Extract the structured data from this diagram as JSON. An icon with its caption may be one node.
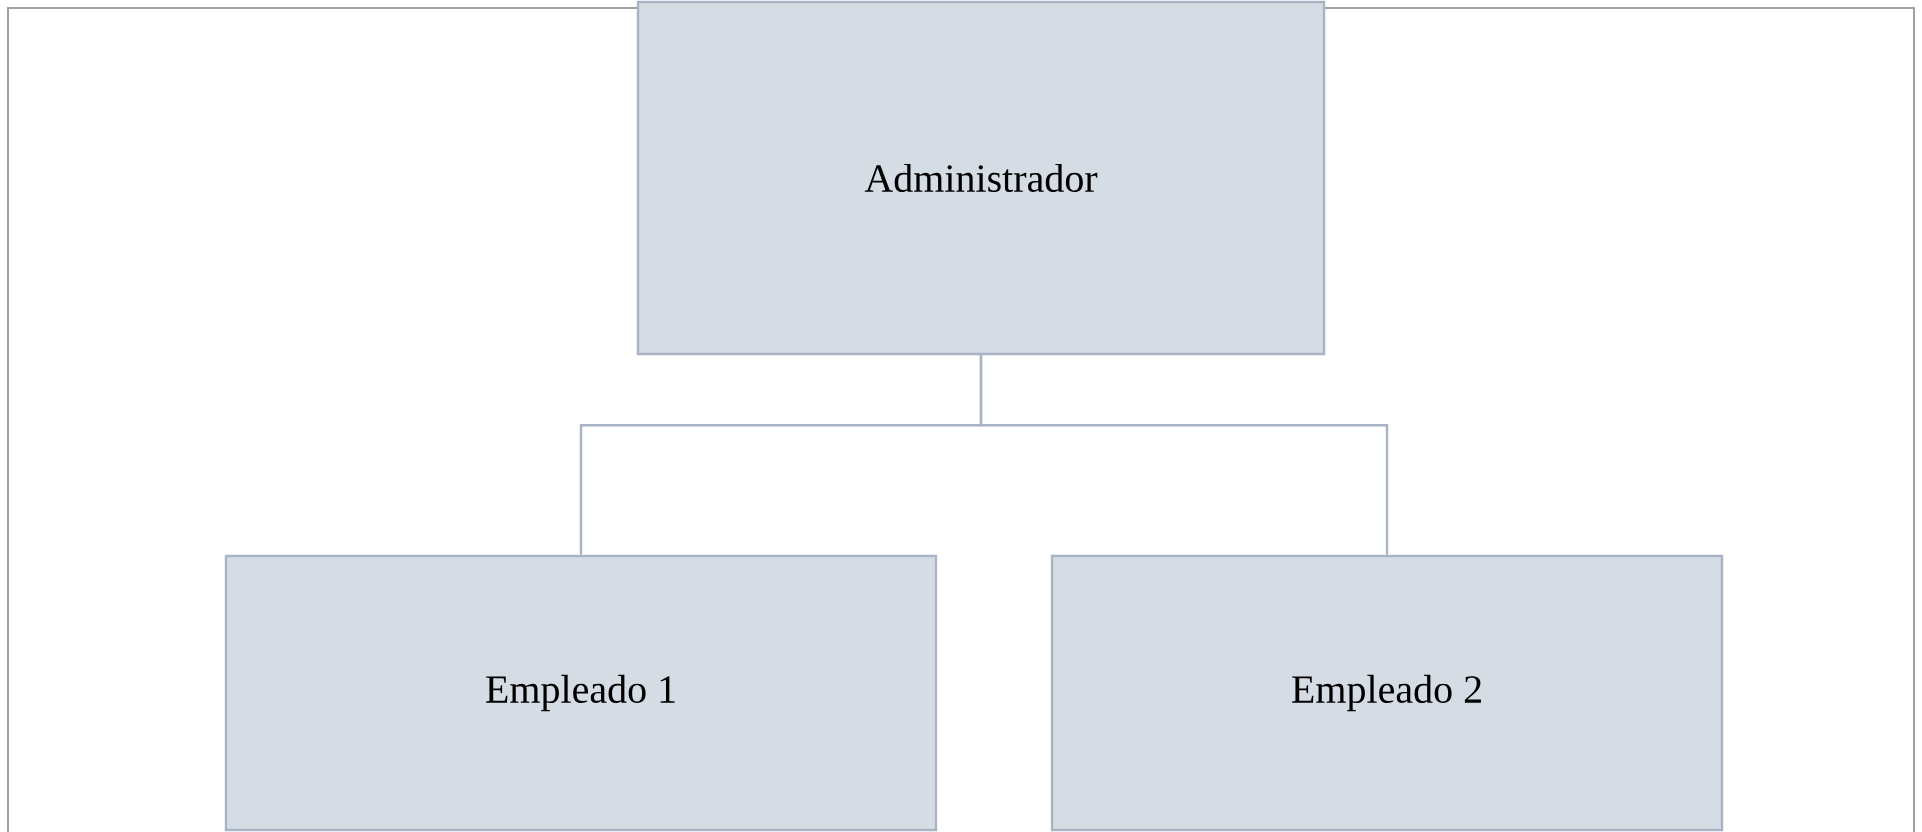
{
  "diagram": {
    "nodes": [
      {
        "text": [
          "Administrador"
        ]
      },
      {
        "text": [
          "Empleado 1"
        ]
      },
      {
        "text": [
          "Empleado 2"
        ]
      }
    ],
    "edges": [
      {
        "from": 0,
        "to": 1,
        "arrow": "none"
      },
      {
        "from": 0,
        "to": 2,
        "arrow": "none"
      }
    ]
  }
}
